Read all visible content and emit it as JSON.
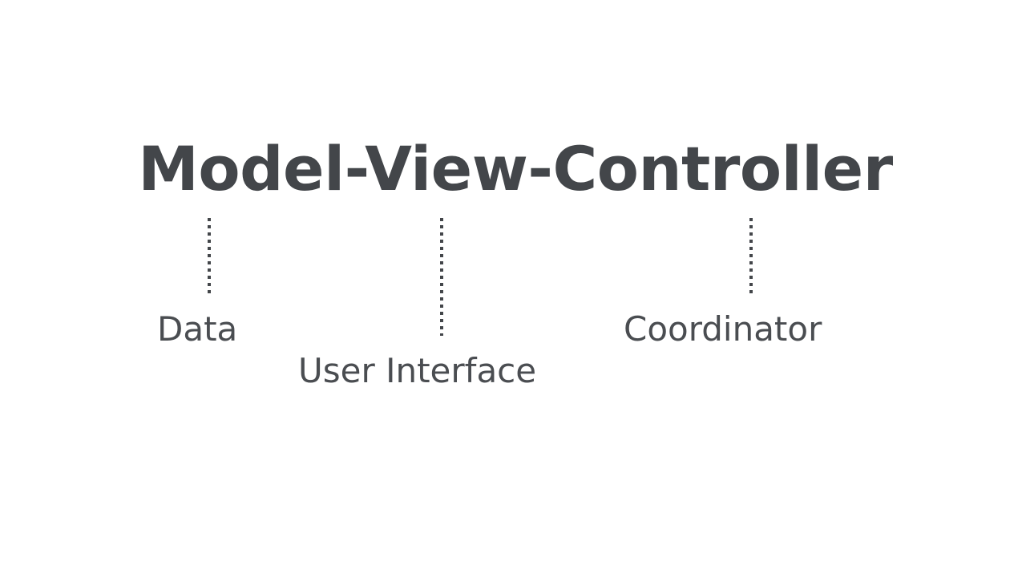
{
  "slide": {
    "background_color": "#ffffff",
    "title": "Model-View-Controller",
    "title_color": "#43464a",
    "label_color": "#4a4d51",
    "connector_color": "#43464a"
  },
  "components": [
    {
      "term": "Model",
      "label": "Data",
      "connector": "dotted-vertical-line"
    },
    {
      "term": "View",
      "label": "User Interface",
      "connector": "dotted-vertical-line"
    },
    {
      "term": "Controller",
      "label": "Coordinator",
      "connector": "dotted-vertical-line"
    }
  ]
}
